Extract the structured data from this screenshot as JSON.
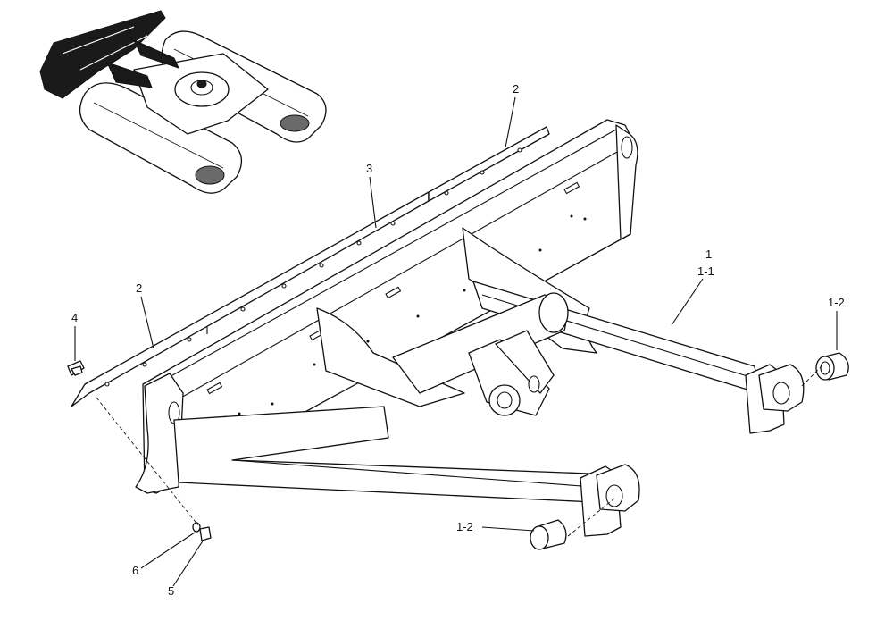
{
  "callouts": {
    "c1": "1",
    "c1_1": "1-1",
    "c1_2_right": "1-2",
    "c1_2_left": "1-2",
    "c2_top": "2",
    "c2_left": "2",
    "c3": "3",
    "c4": "4",
    "c5": "5",
    "c6": "6"
  }
}
